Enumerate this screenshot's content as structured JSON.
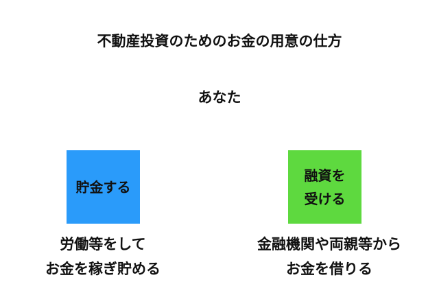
{
  "title": "不動産投資のためのお金の用意の仕方",
  "subject": "あなた",
  "options": [
    {
      "box_lines": [
        "貯金する"
      ],
      "box_color": "#2A9BFA",
      "description_lines": [
        "労働等をして",
        "お金を稼ぎ貯める"
      ]
    },
    {
      "box_lines": [
        "融資を",
        "受ける"
      ],
      "box_color": "#5ED93F",
      "description_lines": [
        "金融機関や両親等から",
        "お金を借りる"
      ]
    }
  ]
}
